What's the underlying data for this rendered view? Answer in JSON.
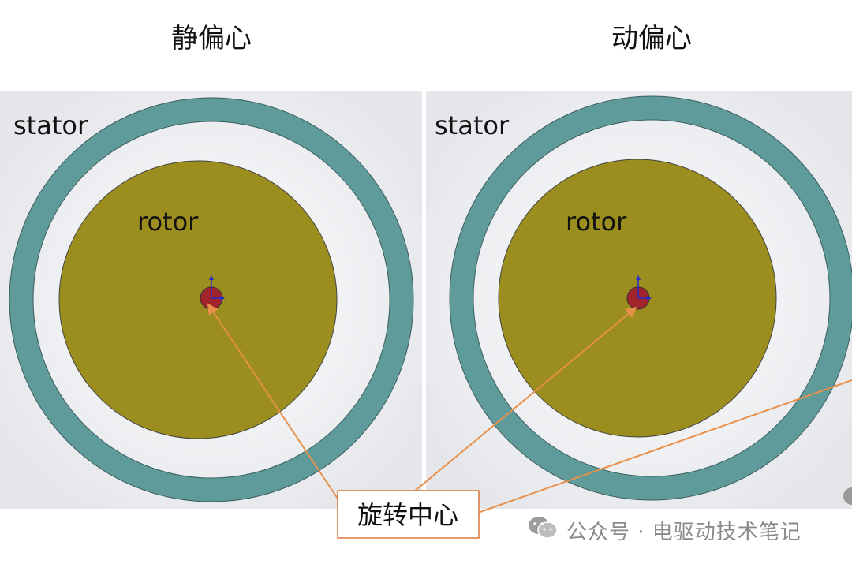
{
  "titles": {
    "left": "静偏心",
    "right": "动偏心"
  },
  "labels": {
    "stator": "stator",
    "rotor": "rotor",
    "rotation_center": "旋转中心"
  },
  "watermark": {
    "text": "公众号 · 电驱动技术笔记",
    "icon": "wechat-icon"
  },
  "colors": {
    "stator_ring": "#5f9b9a",
    "rotor_disk": "#9b8d1e",
    "center_dot": "#a1242c",
    "callout_line": "#e8904a",
    "callout_border": "#d9773a",
    "axis_arrow": "#2b2bc8",
    "panel_background": "#f0f1f3"
  }
}
